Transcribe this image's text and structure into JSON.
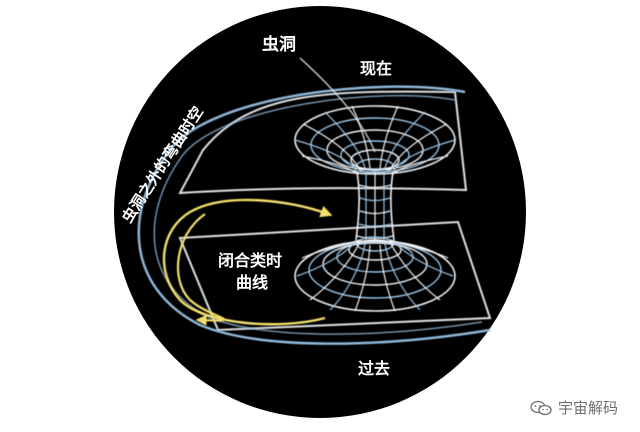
{
  "labels": {
    "wormhole": "虫洞",
    "now": "现在",
    "past": "过去",
    "curved_spacetime": "虫洞之外的弯曲时空",
    "ctc_line1": "闭合类时",
    "ctc_line2": "曲线"
  },
  "watermark": {
    "text": "宇宙解码",
    "icon": "wechat-icon"
  },
  "colors": {
    "background": "#000000",
    "page": "#ffffff",
    "label_text": "#ffffff",
    "sheet_outline": "#dfe3e6",
    "wormhole_mesh_light": "#9cc6e6",
    "wormhole_mesh_white": "#f2f4f6",
    "curved_spacetime_line": "#8fb7d8",
    "closed_timelike_curve": "#f3e06b",
    "watermark_text": "#6d6d6d"
  }
}
